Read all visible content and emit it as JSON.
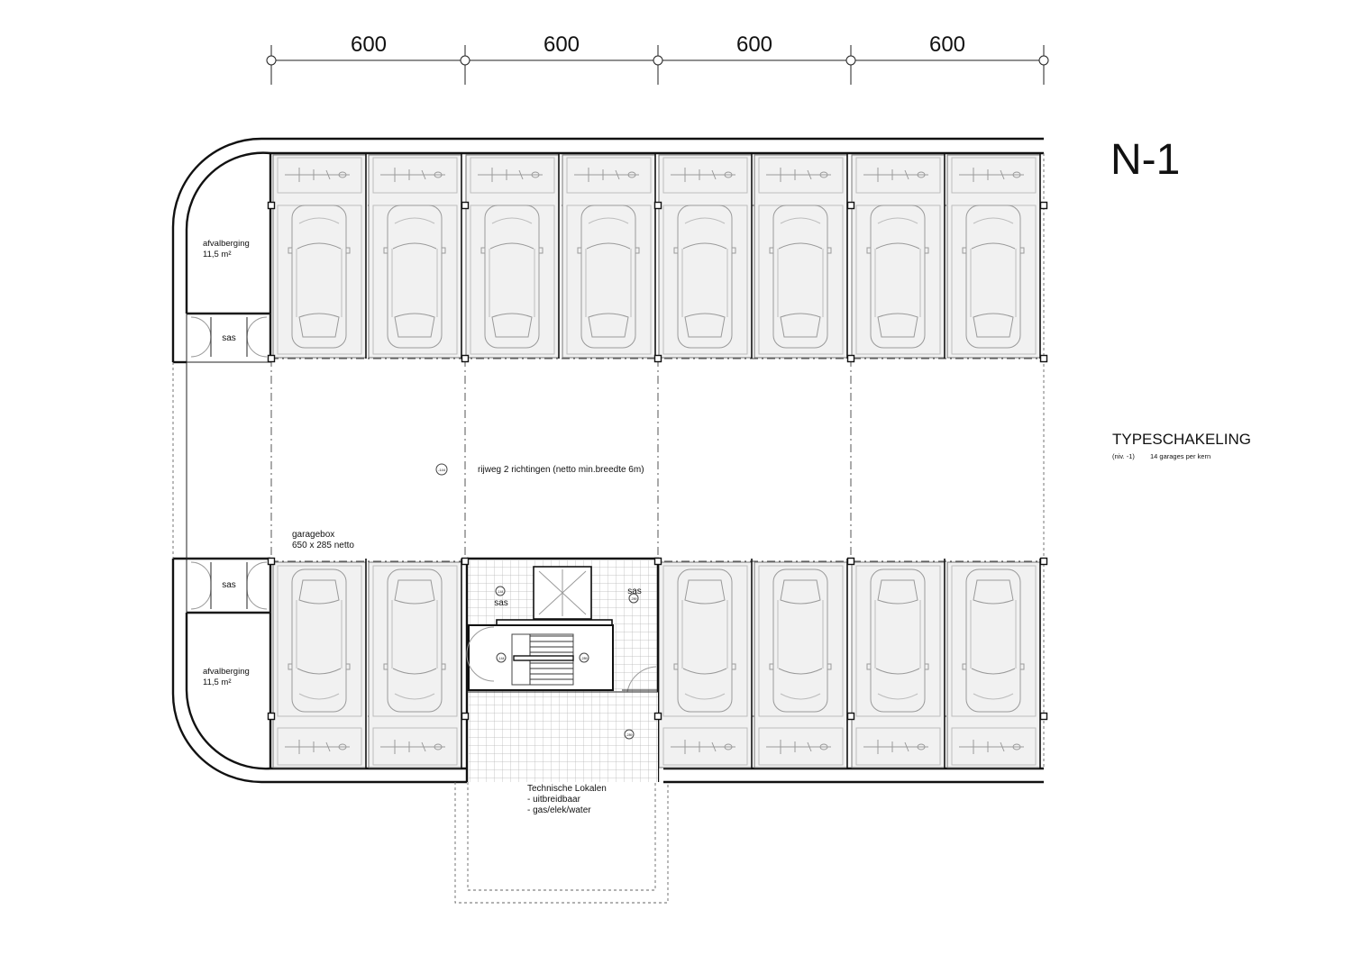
{
  "level_label": "N-1",
  "dimensions": [
    "600",
    "600",
    "600",
    "600"
  ],
  "title": {
    "heading": "TYPESCHAKELING",
    "level": "(niv. -1)",
    "garages": "14 garages per kern"
  },
  "rooms": {
    "afval_top": {
      "name": "afvalberging",
      "area": "11,5 m²"
    },
    "afval_bottom": {
      "name": "afvalberging",
      "area": "11,5 m²"
    },
    "sas_left_top": "sas",
    "sas_left_bottom": "sas",
    "sas_core_left": "sas",
    "sas_core_right": "sas",
    "driveway": "rijweg 2 richtingen (netto min.breedte 6m)",
    "garagebox": {
      "name": "garagebox",
      "size": "650 x 285 netto"
    },
    "technical": {
      "name": "Technische Lokalen",
      "line1": "- uitbreidbaar",
      "line2": "- gas/elek/water"
    }
  },
  "levels": {
    "driveway_mark": "-144",
    "core_sas_left": "-144",
    "core_sas_right": "-289",
    "stair_left": "-144",
    "stair_right": "-289",
    "technical_mark": "-289"
  }
}
